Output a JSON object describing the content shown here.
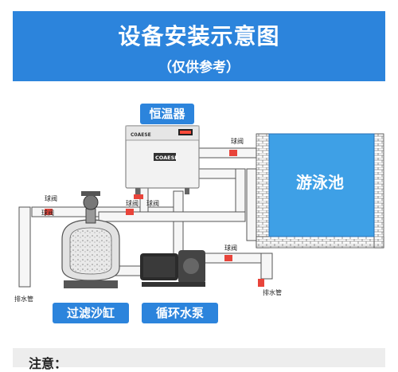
{
  "header": {
    "title": "设备安装示意图",
    "subtitle": "（仅供参考）"
  },
  "labels": {
    "heater": "恒温器",
    "pool": "游泳池",
    "filter": "过滤沙缸",
    "pump": "循环水泵",
    "drain_left": "排水管",
    "drain_right": "排水管",
    "valve_1": "球阀",
    "valve_2": "球阀",
    "valve_3": "球阀",
    "valve_4": "球阀",
    "valve_5": "球阀",
    "valve_6": "球阀"
  },
  "heater_display": {
    "brand_top": "C0AESE",
    "brand_center": "COAESE"
  },
  "note": {
    "label": "注意："
  },
  "colors": {
    "accent": "#2c84dc",
    "pool_water": "#3ea0e6",
    "pipe": "#f4f4f4",
    "valve": "#e8443a"
  }
}
